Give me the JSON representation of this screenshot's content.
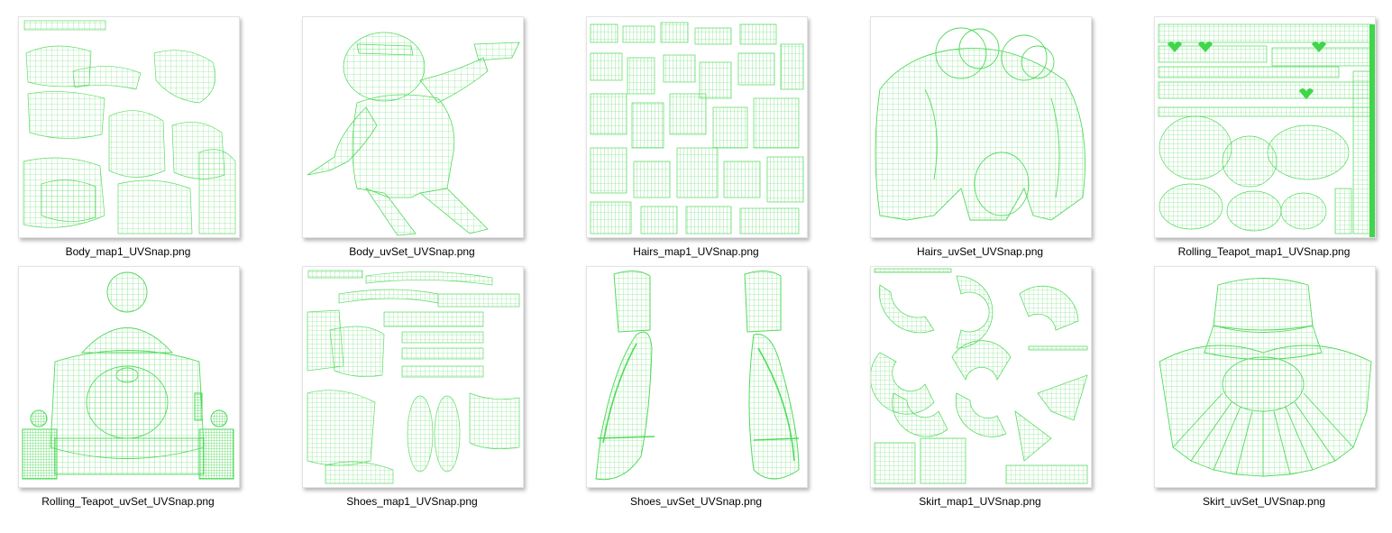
{
  "colors": {
    "wire": "#3fd64a",
    "background": "#ffffff",
    "label": "#000000"
  },
  "files": [
    {
      "name": "Body_map1_UVSnap.png",
      "pattern": "body-map1"
    },
    {
      "name": "Body_uvSet_UVSnap.png",
      "pattern": "body-uvset"
    },
    {
      "name": "Hairs_map1_UVSnap.png",
      "pattern": "hairs-map1"
    },
    {
      "name": "Hairs_uvSet_UVSnap.png",
      "pattern": "hairs-uvset"
    },
    {
      "name": "Rolling_Teapot_map1_UVSnap.png",
      "pattern": "teapot-map1"
    },
    {
      "name": "Rolling_Teapot_uvSet_UVSnap.png",
      "pattern": "teapot-uvset"
    },
    {
      "name": "Shoes_map1_UVSnap.png",
      "pattern": "shoes-map1"
    },
    {
      "name": "Shoes_uvSet_UVSnap.png",
      "pattern": "shoes-uvset"
    },
    {
      "name": "Skirt_map1_UVSnap.png",
      "pattern": "skirt-map1"
    },
    {
      "name": "Skirt_uvSet_UVSnap.png",
      "pattern": "skirt-uvset"
    }
  ]
}
